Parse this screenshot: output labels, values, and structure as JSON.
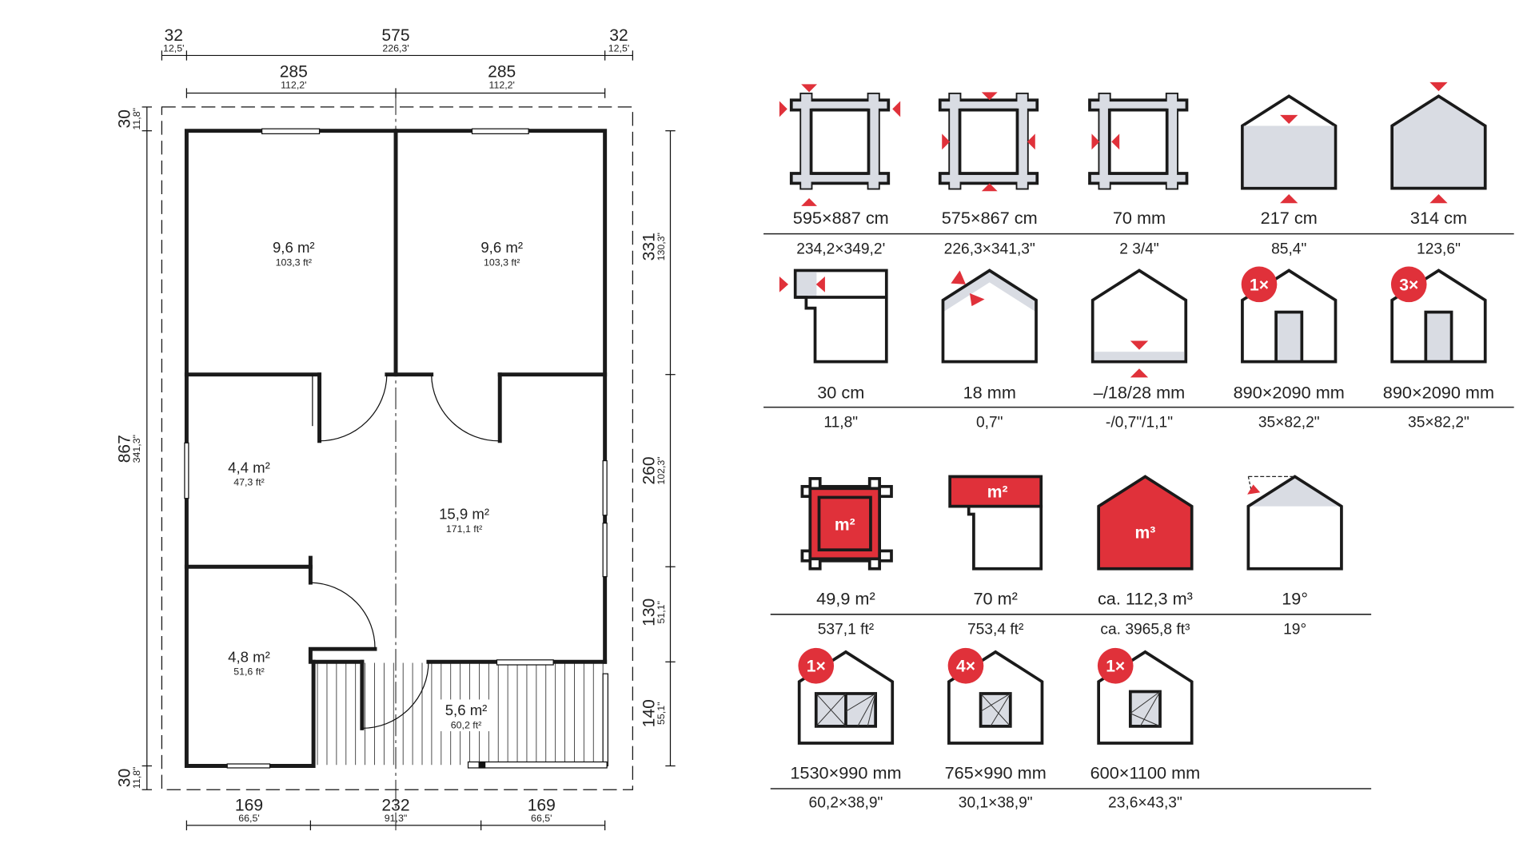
{
  "colors": {
    "accent": "#e0313a",
    "fill": "#d9dce3",
    "line": "#1a1a1a"
  },
  "plan": {
    "top_dims": [
      {
        "cm": "32",
        "in": "12,5'"
      },
      {
        "cm": "575",
        "in": "226,3'"
      },
      {
        "cm": "32",
        "in": "12,5'"
      }
    ],
    "second_dims": [
      {
        "cm": "285",
        "in": "112,2'"
      },
      {
        "cm": "285",
        "in": "112,2'"
      }
    ],
    "left_dims": [
      {
        "cm": "30",
        "in": "11,8\""
      },
      {
        "cm": "867",
        "in": "341,3\""
      },
      {
        "cm": "30",
        "in": "11,8\""
      }
    ],
    "right_dims": [
      {
        "cm": "331",
        "in": "130,3\""
      },
      {
        "cm": "260",
        "in": "102,3\""
      },
      {
        "cm": "130",
        "in": "51,1\""
      },
      {
        "cm": "140",
        "in": "55,1\""
      }
    ],
    "bottom_dims": [
      {
        "cm": "169",
        "in": "66,5'"
      },
      {
        "cm": "232",
        "in": "91,3\""
      },
      {
        "cm": "169",
        "in": "66,5'"
      }
    ],
    "rooms": [
      {
        "area": "9,6 m²",
        "imperial": "103,3 ft²"
      },
      {
        "area": "9,6 m²",
        "imperial": "103,3 ft²"
      },
      {
        "area": "4,4 m²",
        "imperial": "47,3 ft²"
      },
      {
        "area": "15,9 m²",
        "imperial": "171,1 ft²"
      },
      {
        "area": "4,8 m²",
        "imperial": "51,6 ft²"
      },
      {
        "area": "5,6 m²",
        "imperial": "60,2 ft²"
      }
    ]
  },
  "specs": [
    {
      "icon": "outer-dimensions-icon",
      "value": "595×887 cm",
      "imperial": "234,2×349,2'"
    },
    {
      "icon": "inner-dimensions-icon",
      "value": "575×867 cm",
      "imperial": "226,3×341,3\""
    },
    {
      "icon": "wall-thickness-icon",
      "value": "70 mm",
      "imperial": "2  3/4\""
    },
    {
      "icon": "wall-height-icon",
      "value": "217 cm",
      "imperial": "85,4\""
    },
    {
      "icon": "ridge-height-icon",
      "value": "314 cm",
      "imperial": "123,6\""
    },
    {
      "icon": "roof-overhang-icon",
      "value": "30 cm",
      "imperial": "11,8\""
    },
    {
      "icon": "roof-thickness-icon",
      "value": "18 mm",
      "imperial": "0,7\""
    },
    {
      "icon": "floor-thickness-icon",
      "value": "–/18/28 mm",
      "imperial": "-/0,7\"/1,1\""
    },
    {
      "icon": "door-icon",
      "badge": "1×",
      "value": "890×2090 mm",
      "imperial": "35×82,2\""
    },
    {
      "icon": "door-icon",
      "badge": "3×",
      "value": "890×2090 mm",
      "imperial": "35×82,2\""
    },
    {
      "icon": "floor-area-icon",
      "label": "m²",
      "value": "49,9 m²",
      "imperial": "537,1 ft²"
    },
    {
      "icon": "roof-area-icon",
      "label": "m²",
      "value": "70 m²",
      "imperial": "753,4 ft²"
    },
    {
      "icon": "volume-icon",
      "label": "m³",
      "value": "ca. 112,3 m³",
      "imperial": "ca. 3965,8 ft³"
    },
    {
      "icon": "roof-pitch-icon",
      "value": "19°",
      "imperial": "19°"
    },
    {
      "icon": "double-window-icon",
      "badge": "1×",
      "value": "1530×990 mm",
      "imperial": "60,2×38,9\""
    },
    {
      "icon": "window-icon",
      "badge": "4×",
      "value": "765×990 mm",
      "imperial": "30,1×38,9\""
    },
    {
      "icon": "window-icon",
      "badge": "1×",
      "value": "600×1100 mm",
      "imperial": "23,6×43,3\""
    }
  ]
}
